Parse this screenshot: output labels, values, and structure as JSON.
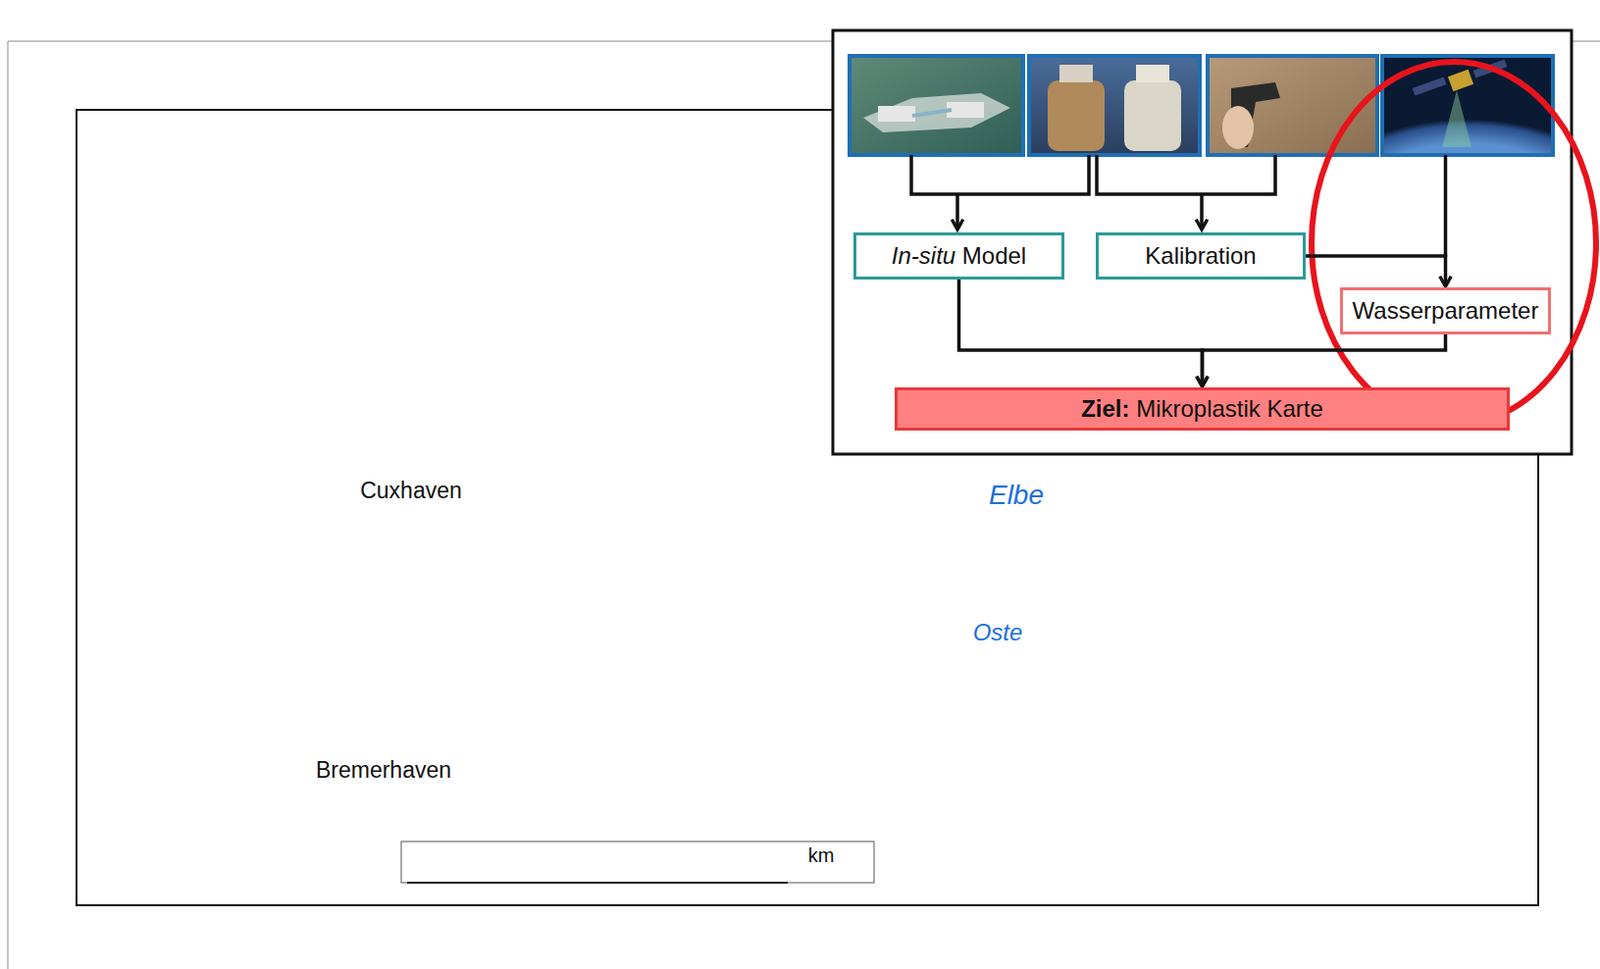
{
  "diagram": {
    "nodes": [
      {
        "text": [
          "In-situ Model"
        ]
      },
      {
        "text": [
          "Kalibration"
        ]
      },
      {
        "text": [
          "Wasserparameter"
        ]
      },
      {
        "text": [
          "Ziel: Mikroplastik Karte"
        ]
      }
    ],
    "edges": [
      {
        "from": 0,
        "to": 3,
        "arrow": "to"
      },
      {
        "from": 1,
        "to": 2,
        "arrow": "to"
      },
      {
        "from": 2,
        "to": 3,
        "arrow": "to"
      }
    ],
    "labels": [
      "Cuxhaven",
      "Elbe",
      "Oste",
      "Bremerhaven",
      "km"
    ]
  }
}
